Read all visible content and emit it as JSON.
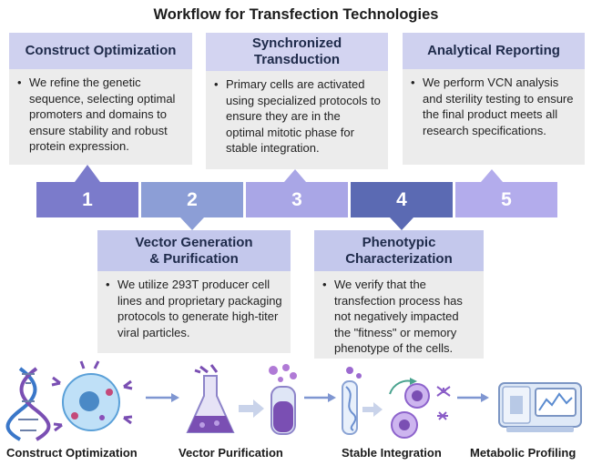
{
  "title": "Workflow for Transfection Technologies",
  "colors": {
    "step1": "#7b7bcb",
    "step2": "#8c9ed6",
    "step3": "#a9a6e6",
    "step4": "#5b6ab3",
    "step5": "#b3acec",
    "card_head_light": "#cfd1ef",
    "card_head_mid": "#c4c8ec",
    "card_body": "#ececec",
    "arrow": "#7f96d1"
  },
  "steps": [
    {
      "number": "1"
    },
    {
      "number": "2"
    },
    {
      "number": "3"
    },
    {
      "number": "4"
    },
    {
      "number": "5"
    }
  ],
  "cards": {
    "construct": {
      "title": "Construct Optimization",
      "bullet": "•",
      "text": "We refine the genetic sequence, selecting optimal promoters and domains to ensure stability and robust protein expression."
    },
    "synchronized": {
      "title_line1": "Synchronized",
      "title_line2": "Transduction",
      "bullet": "•",
      "text": "Primary cells are activated using specialized protocols to ensure they are in the optimal mitotic phase for stable integration."
    },
    "analytical": {
      "title": "Analytical Reporting",
      "bullet": "•",
      "text": "We perform VCN analysis and sterility testing to ensure the final product meets all research specifications."
    },
    "vector": {
      "title_line1": "Vector Generation",
      "title_line2": "& Purification",
      "bullet": "•",
      "text": "We utilize 293T producer cell lines and proprietary packaging protocols to generate high-titer viral particles."
    },
    "phenotypic": {
      "title_line1": "Phenotypic",
      "title_line2": "Characterization",
      "bullet": "•",
      "text": "We verify that the transfection process has not negatively impacted the \"fitness\" or memory phenotype of the cells."
    }
  },
  "captions": {
    "construct": "Construct Optimization",
    "vector": "Vector Purification",
    "stable": "Stable Integration",
    "metabolic": "Metabolic Profiling"
  },
  "icons": [
    "dna-helix-icon",
    "virus-cell-icon",
    "flask-icon",
    "test-tube-icon",
    "cell-division-icon",
    "analyzer-machine-icon"
  ]
}
